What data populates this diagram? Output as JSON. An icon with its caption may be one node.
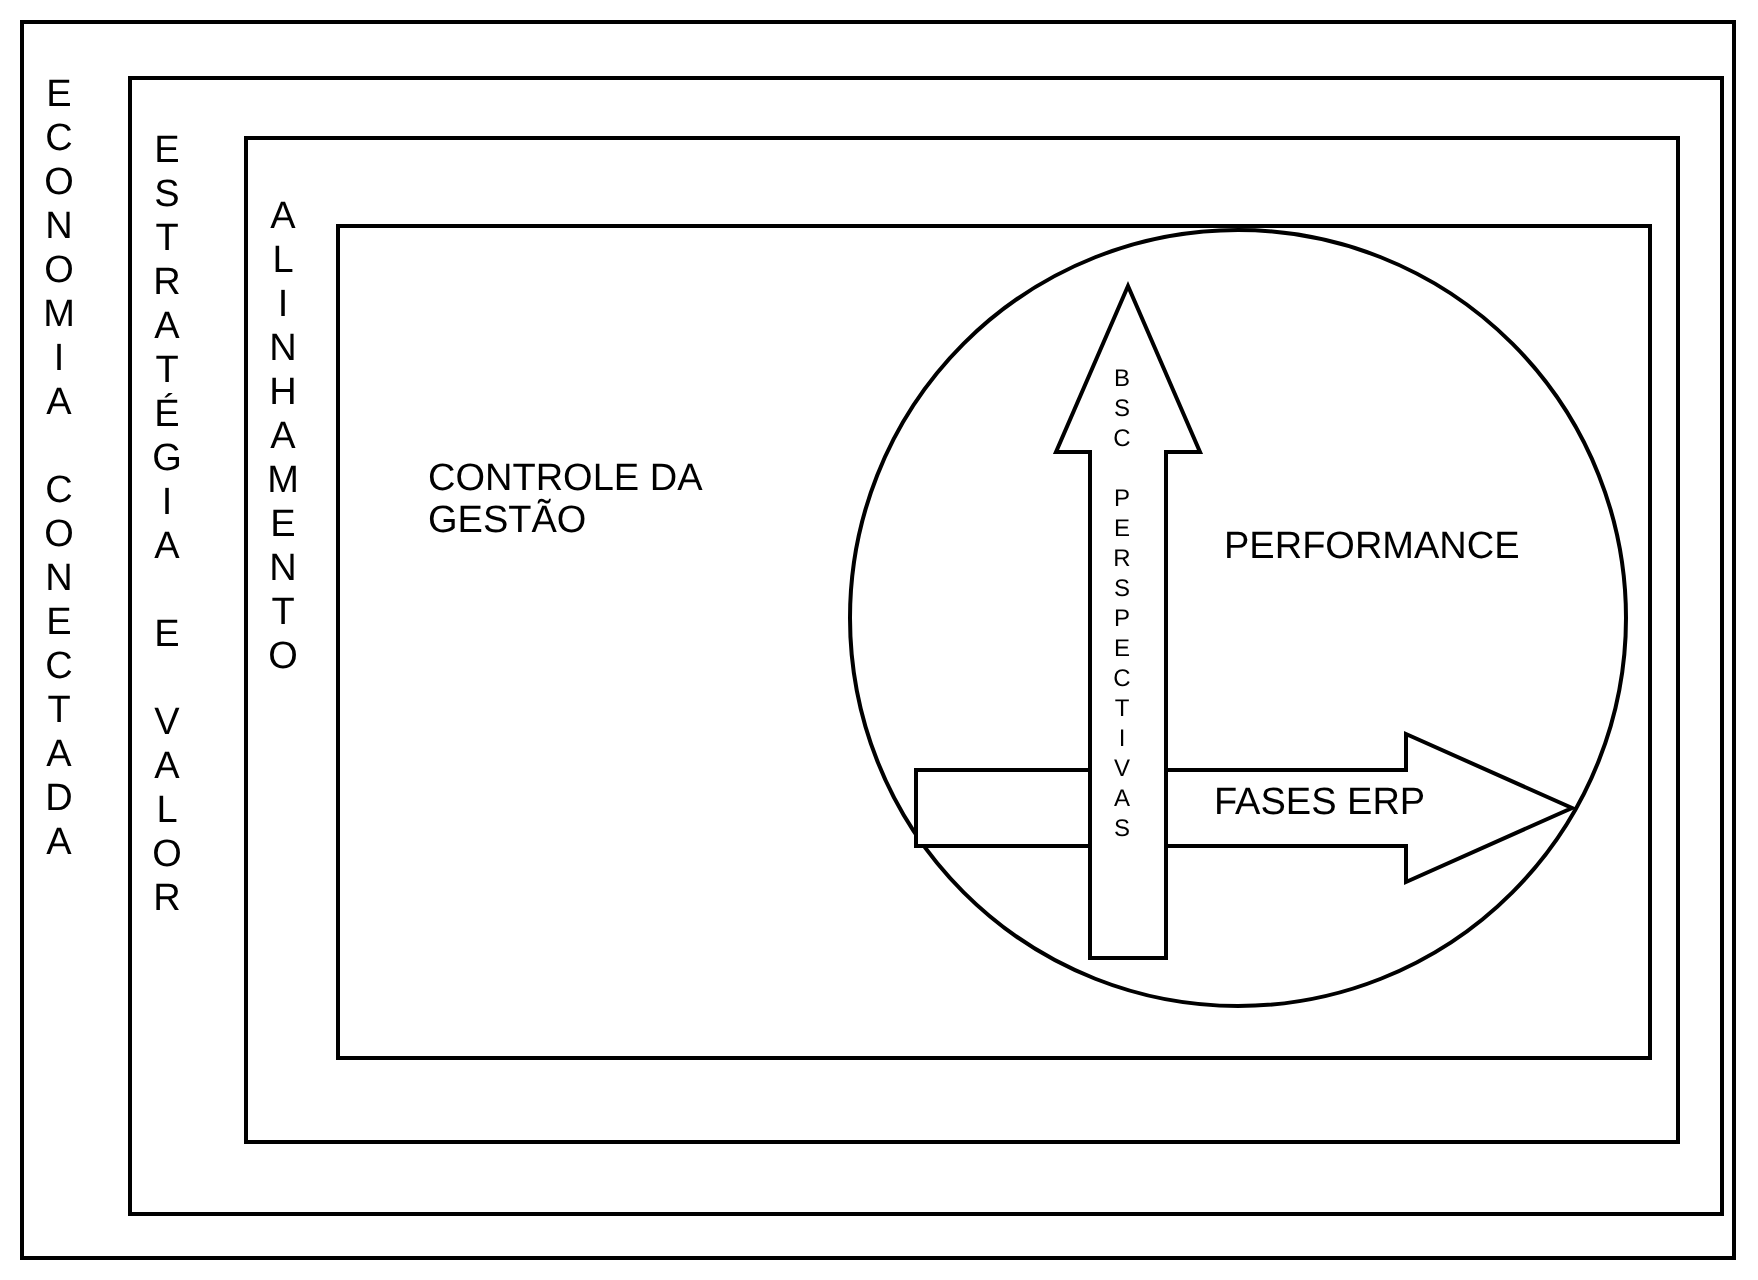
{
  "diagram": {
    "nodes": [
      {
        "text": [
          "ECONOMIA CONECTADA"
        ]
      },
      {
        "text": [
          "ESTRATÉGIA E VALOR"
        ],
        "in": 0
      },
      {
        "text": [
          "ALINHAMENTO"
        ],
        "in": 1
      },
      {
        "text": [
          "CONTROLE DA GESTÃO"
        ],
        "in": 2
      },
      {
        "text": [
          "PERFORMANCE"
        ],
        "in": 3
      },
      {
        "text": [
          "BSC PERSPECTIVAS"
        ],
        "in": 4
      },
      {
        "text": [
          "FASES ERP"
        ],
        "in": 4
      }
    ]
  }
}
